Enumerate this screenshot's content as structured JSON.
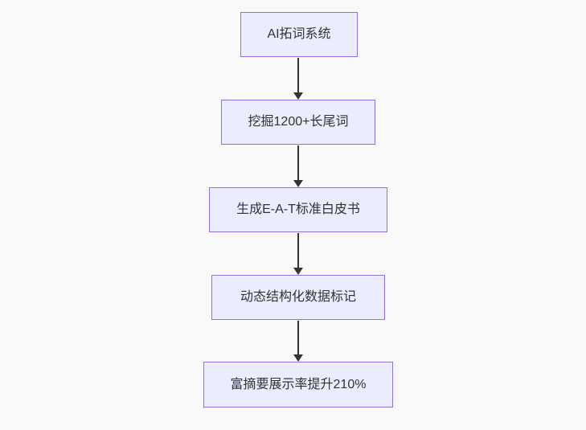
{
  "diagram": {
    "type": "flowchart",
    "direction": "top-down",
    "nodes": [
      {
        "id": "n1",
        "label": "AI拓词系统"
      },
      {
        "id": "n2",
        "label": "挖掘1200+长尾词"
      },
      {
        "id": "n3",
        "label": "生成E-A-T标准白皮书"
      },
      {
        "id": "n4",
        "label": "动态结构化数据标记"
      },
      {
        "id": "n5",
        "label": "富摘要展示率提升210%"
      }
    ],
    "edges": [
      {
        "from": "n1",
        "to": "n2"
      },
      {
        "from": "n2",
        "to": "n3"
      },
      {
        "from": "n3",
        "to": "n4"
      },
      {
        "from": "n4",
        "to": "n5"
      }
    ],
    "colors": {
      "node_fill": "#ECECFF",
      "node_border": "#9370DB",
      "text": "#333333",
      "arrow": "#333333",
      "background": "#f9f9f9"
    }
  }
}
